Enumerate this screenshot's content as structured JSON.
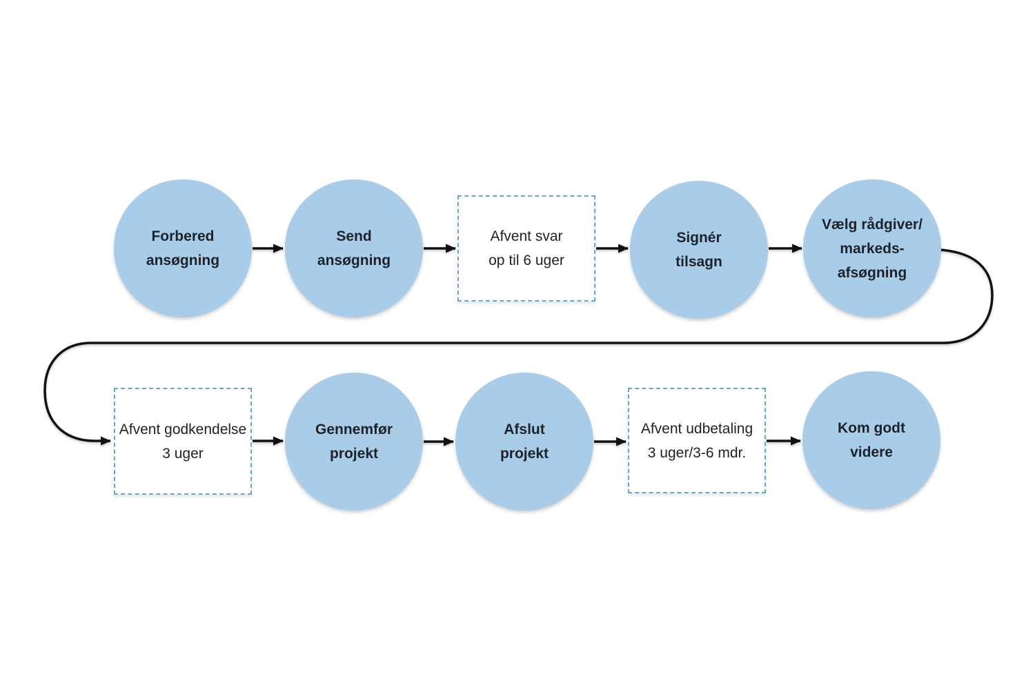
{
  "diagram": {
    "title_hidden": "",
    "colors": {
      "background": "#ffffff",
      "circle_fill": "#a9cde9",
      "box_border": "#5fa9cc",
      "arrow": "#111111",
      "text": "#1d2129"
    },
    "flow_order": [
      "forbered-ansogning",
      "send-ansogning",
      "afvent-svar",
      "signer-tilsagn",
      "valg-radgiver-markedsafsogning",
      "afvent-godkendelse",
      "gennemfor-projekt",
      "afslut-projekt",
      "afvent-udbetaling",
      "kom-godt-videre"
    ]
  },
  "nodes": [
    {
      "id": "forbered-ansogning",
      "type": "circle",
      "lines": [
        "Forbered",
        "ansøgning"
      ]
    },
    {
      "id": "send-ansogning",
      "type": "circle",
      "lines": [
        "Send",
        "ansøgning"
      ]
    },
    {
      "id": "afvent-svar",
      "type": "wait-box",
      "lines": [
        "Afvent svar",
        "op til 6 uger"
      ]
    },
    {
      "id": "signer-tilsagn",
      "type": "circle",
      "lines": [
        "Signér",
        "tilsagn"
      ]
    },
    {
      "id": "valg-radgiver-markedsafsogning",
      "type": "circle",
      "lines": [
        "Vælg rådgiver/",
        "markeds-",
        "afsøgning"
      ]
    },
    {
      "id": "afvent-godkendelse",
      "type": "wait-box",
      "lines": [
        "Afvent godkendelse",
        "3 uger"
      ]
    },
    {
      "id": "gennemfor-projekt",
      "type": "circle",
      "lines": [
        "Gennemfør",
        "projekt"
      ]
    },
    {
      "id": "afslut-projekt",
      "type": "circle",
      "lines": [
        "Afslut",
        "projekt"
      ]
    },
    {
      "id": "afvent-udbetaling",
      "type": "wait-box",
      "lines": [
        "Afvent udbetaling",
        "3 uger/3-6 mdr."
      ]
    },
    {
      "id": "kom-godt-videre",
      "type": "circle",
      "lines": [
        "Kom godt",
        "videre"
      ]
    }
  ]
}
